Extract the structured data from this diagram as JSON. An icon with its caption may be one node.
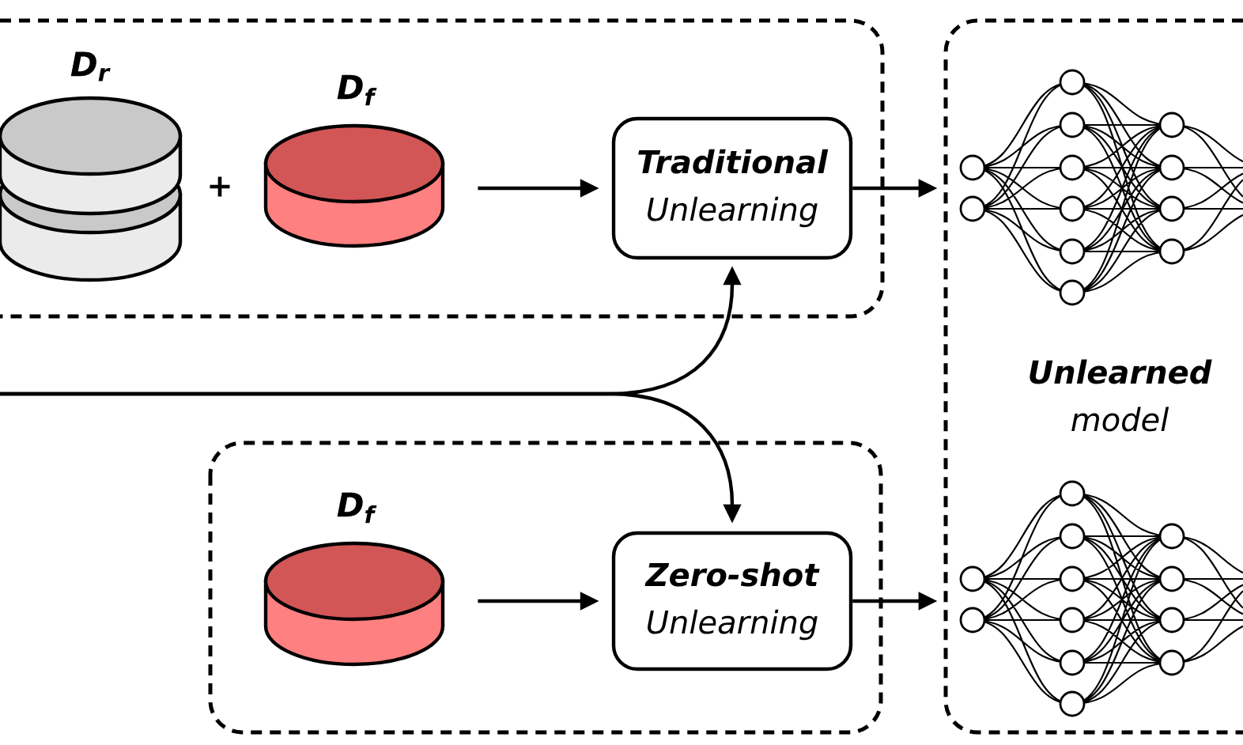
{
  "diagram": {
    "nodes": [
      {
        "text": [],
        "shape": "box"
      },
      {
        "text": [
          "D$_{r}$"
        ],
        "in": 0
      },
      {
        "text": [
          "D$_{f}$"
        ],
        "in": 0
      },
      {
        "text": [
          "Traditional",
          "Unlearning"
        ],
        "in": 0
      },
      {
        "text": [],
        "shape": "box"
      },
      {
        "text": [
          "D$_{f}$"
        ],
        "in": 4
      },
      {
        "text": [
          "Zero-shot",
          "Unlearning"
        ],
        "in": 4
      },
      {
        "text": [
          "Unlearned",
          "model"
        ]
      },
      {
        "text": [],
        "shape": "picture",
        "in": 7
      },
      {
        "text": [],
        "shape": "picture",
        "in": 7
      }
    ],
    "edges": [
      {
        "from": 2,
        "to": 3,
        "arrow": "to"
      },
      {
        "from": 3,
        "to": 8,
        "arrow": "to"
      },
      {
        "from": 5,
        "to": 6,
        "arrow": "to"
      },
      {
        "from": 6,
        "to": 9,
        "arrow": "to"
      },
      {
        "from": null,
        "to": 3,
        "arrow": "to"
      },
      {
        "from": null,
        "to": 6,
        "arrow": "to"
      }
    ],
    "labels": [
      "+"
    ]
  }
}
